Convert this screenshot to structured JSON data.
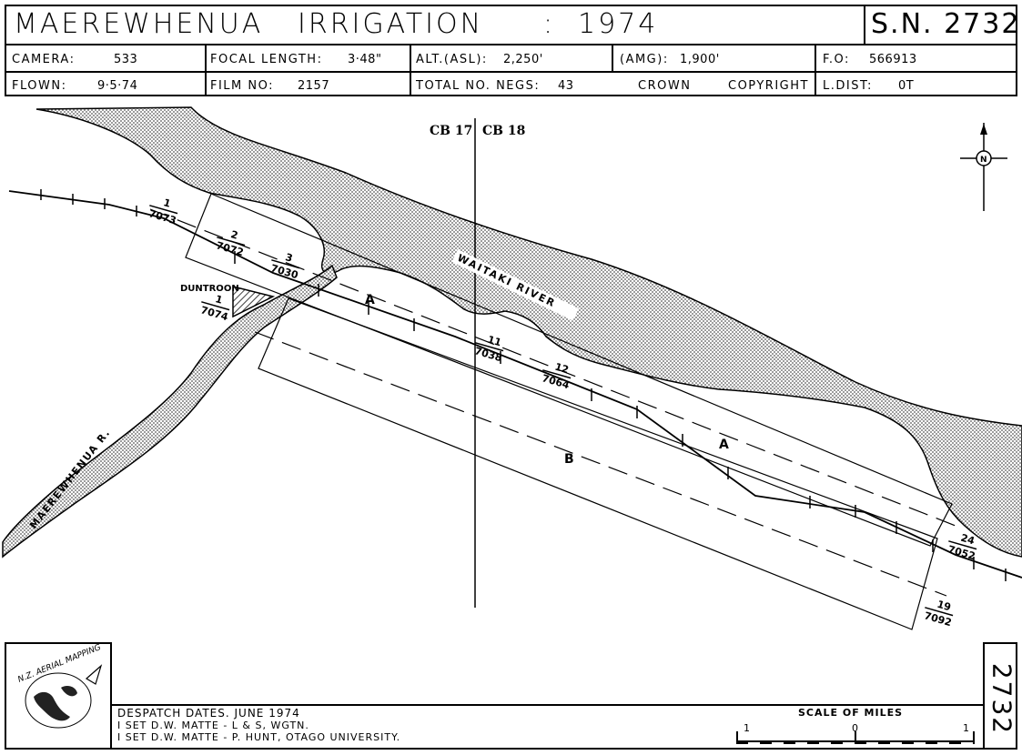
{
  "header": {
    "title": "MAEREWHENUA",
    "title2": "IRRIGATION",
    "colon": ":",
    "year": "1974",
    "sn": "S.N.  2732"
  },
  "meta": {
    "camera_label": "CAMERA:",
    "camera_value": "533",
    "focal_label": "FOCAL LENGTH:",
    "focal_value": "3·48\"",
    "alt_asl_label": "ALT.(ASL):",
    "alt_asl_value": "2,250'",
    "amg_label": "(AMG):",
    "amg_value": "1,900'",
    "fo_label": "F.O:",
    "fo_value": "566913",
    "flown_label": "FLOWN:",
    "flown_value": "9·5·74",
    "film_label": "FILM NO:",
    "film_value": "2157",
    "negs_label": "TOTAL NO. NEGS:",
    "negs_value": "43",
    "crown": "CROWN",
    "copyright": "COPYRIGHT",
    "ldist_label": "L.DIST:",
    "ldist_value": "0T"
  },
  "map": {
    "cb17": "CB 17",
    "cb18": "CB 18",
    "north": "N",
    "river_label": "WAITAKI   RIVER",
    "trib_label": "MAEREWHENUA  R.",
    "town": "DUNTROON",
    "run_a": "A",
    "run_b": "B",
    "photos": [
      {
        "num": "1",
        "film": "7073"
      },
      {
        "num": "2",
        "film": "7072"
      },
      {
        "num": "3",
        "film": "7030"
      },
      {
        "num": "1",
        "film": "7074"
      },
      {
        "num": "11",
        "film": "7038"
      },
      {
        "num": "12",
        "film": "7064"
      },
      {
        "num": "24",
        "film": "7052"
      },
      {
        "num": "19",
        "film": "7092"
      }
    ]
  },
  "footer": {
    "sheet": "2732",
    "logo": "N.Z. AERIAL MAPPING",
    "despatch": "DESPATCH  DATES.  JUNE 1974",
    "line1": "I  SET  D.W.  MATTE  -  L & S,  WGTN.",
    "line2": "I  SET  D.W.  MATTE  -  P. HUNT,  OTAGO  UNIVERSITY.",
    "scale_title": "SCALE   OF   MILES",
    "scale_left": "1",
    "scale_mid": "0",
    "scale_right": "1"
  }
}
